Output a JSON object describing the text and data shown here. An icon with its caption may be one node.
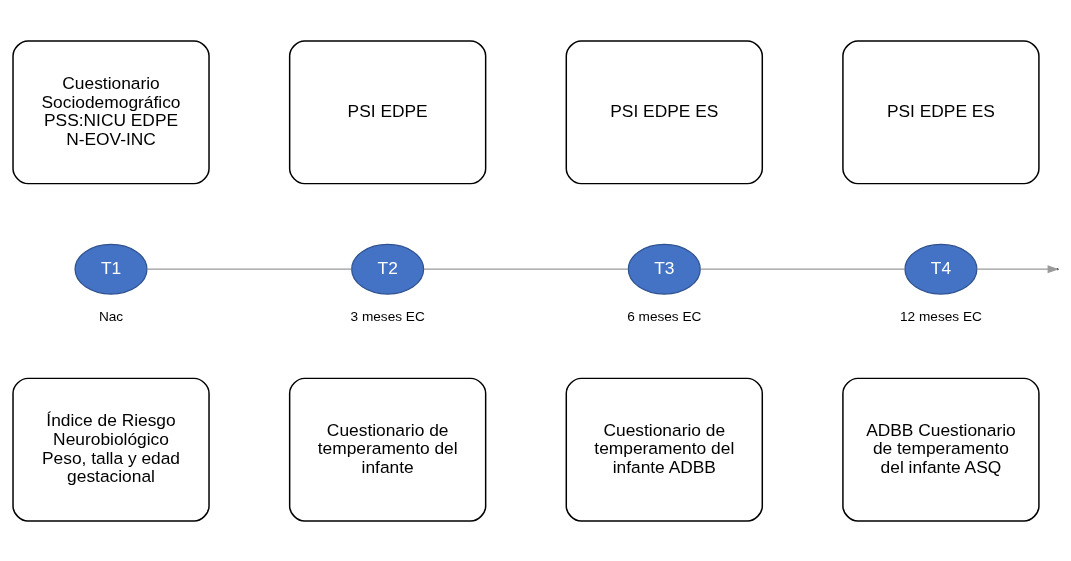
{
  "diagram": {
    "nodes": [
      {
        "text": [
          "Cuestionario Sociodemográfico PSS:NICU EDPE N-EOV-INC"
        ]
      },
      {
        "text": [
          "PSI EDPE"
        ]
      },
      {
        "text": [
          "PSI EDPE ES"
        ]
      },
      {
        "text": [
          "PSI EDPE ES"
        ]
      },
      {
        "text": [
          "T1"
        ],
        "beside": [
          "Nac"
        ]
      },
      {
        "text": [
          "T2"
        ],
        "beside": [
          "3 meses EC"
        ]
      },
      {
        "text": [
          "T3"
        ],
        "beside": [
          "6 meses EC"
        ]
      },
      {
        "text": [
          "T4"
        ],
        "beside": [
          "12 meses EC"
        ]
      },
      {
        "text": [
          "Índice de Riesgo Neurobiológico Peso, talla y edad gestacional"
        ]
      },
      {
        "text": [
          "Cuestionario de temperamento del infante"
        ]
      },
      {
        "text": [
          "Cuestionario de temperamento del infante ADBB"
        ]
      },
      {
        "text": [
          "ADBB Cuestionario de temperamento del infante ASQ"
        ]
      }
    ],
    "edges": [
      {
        "from": 4,
        "to": 5,
        "arrow": "none"
      },
      {
        "from": 5,
        "to": 6,
        "arrow": "none"
      },
      {
        "from": 6,
        "to": 7,
        "arrow": "none"
      },
      {
        "from": 7,
        "to": null,
        "arrow": "to"
      }
    ]
  }
}
